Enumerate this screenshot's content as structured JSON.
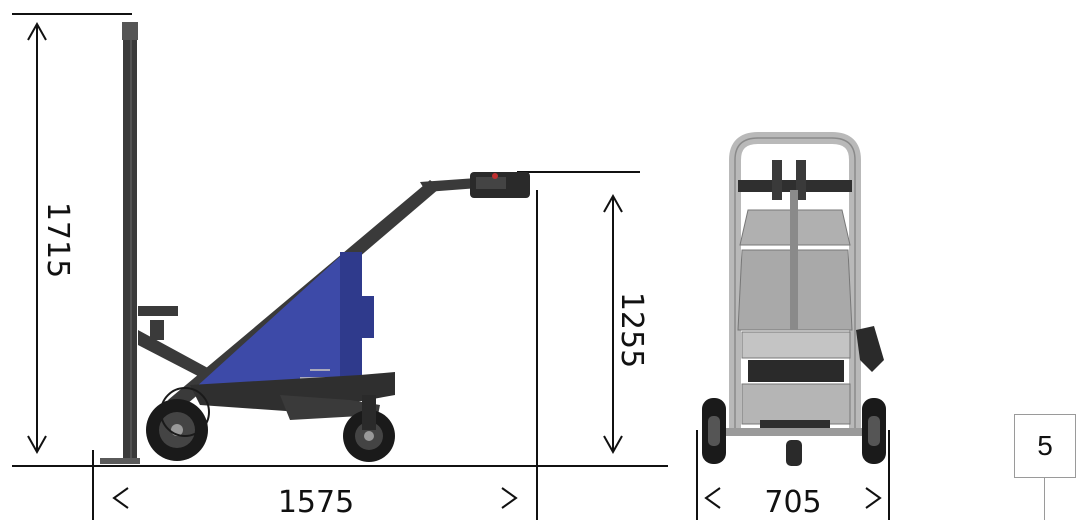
{
  "dimensions": {
    "height_overall": "1715",
    "height_handle": "1255",
    "length": "1575",
    "width": "705"
  },
  "page_badge": "5",
  "colors": {
    "frame": "#3a3a3a",
    "battery_box": "#3d4aa8",
    "wheel": "#1a1a1a",
    "front_frame": "#b9b9b9"
  }
}
